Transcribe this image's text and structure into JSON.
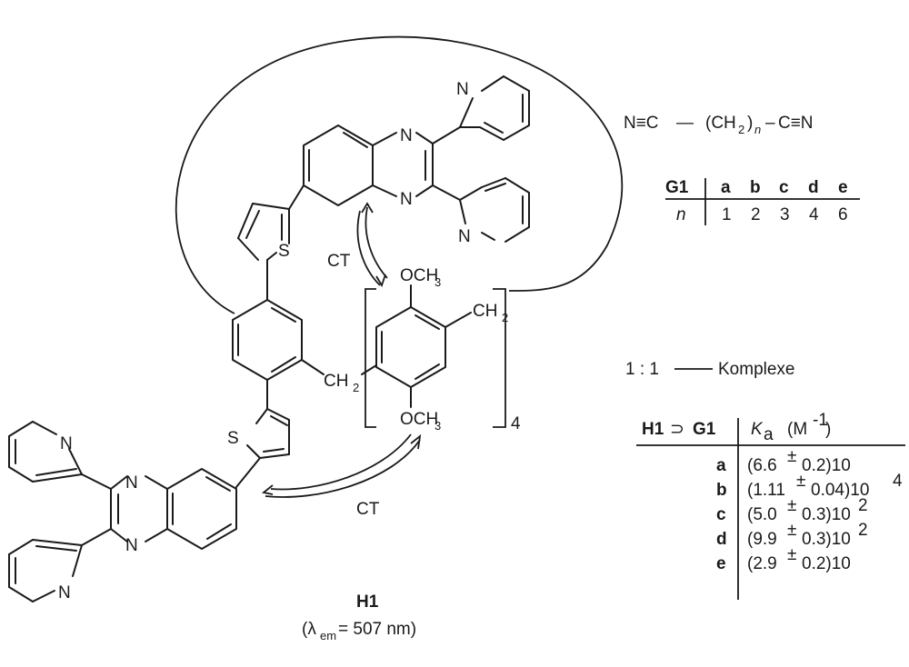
{
  "atoms": {
    "n": "N",
    "s": "S",
    "och3": "OCH",
    "three": "3",
    "ch": "CH",
    "two": "2",
    "four": "4"
  },
  "arrows": {
    "ct_upper": "CT",
    "ct_lower": "CT"
  },
  "compound": {
    "name": "H1",
    "lambda_prefix": "(λ",
    "lambda_sub": "em",
    "lambda_suffix": " = 507 nm)"
  },
  "guest_formula": {
    "left": "N≡C",
    "dash1": "—",
    "ch2_open": "(CH",
    "ch2_sub": "2",
    "ch2_close": ")",
    "n": "n",
    "dash2": "–",
    "right": "C≡N"
  },
  "guest_table": {
    "header": "G1",
    "row_label": "n",
    "columns": [
      "a",
      "b",
      "c",
      "d",
      "e"
    ],
    "values": [
      "1",
      "2",
      "3",
      "4",
      "6"
    ]
  },
  "complex_label": {
    "ratio": "1 : 1",
    "text": "Komplexe"
  },
  "binding_table": {
    "header_host": "H1",
    "header_symbol": "⊃",
    "header_guest": "G1",
    "header_k": "K",
    "header_k_sub": "a",
    "header_unit_open": "(M",
    "header_unit_sup": "-1",
    "header_unit_close": ")",
    "rows": [
      {
        "guest": "a",
        "mantissa": "(6.6",
        "pm": "±",
        "err": "0.2)10",
        "exp": ""
      },
      {
        "guest": "b",
        "mantissa": "(1.11",
        "pm": "±",
        "err": "0.04)10",
        "exp": "4"
      },
      {
        "guest": "c",
        "mantissa": "(5.0",
        "pm": "±",
        "err": "0.3)10",
        "exp": "2"
      },
      {
        "guest": "d",
        "mantissa": "(9.9",
        "pm": "±",
        "err": "0.3)10",
        "exp": "2"
      },
      {
        "guest": "e",
        "mantissa": "(2.9",
        "pm": "±",
        "err": "0.2)10",
        "exp": ""
      }
    ]
  },
  "colors": {
    "ink": "#1a1a1a",
    "background": "#ffffff"
  }
}
